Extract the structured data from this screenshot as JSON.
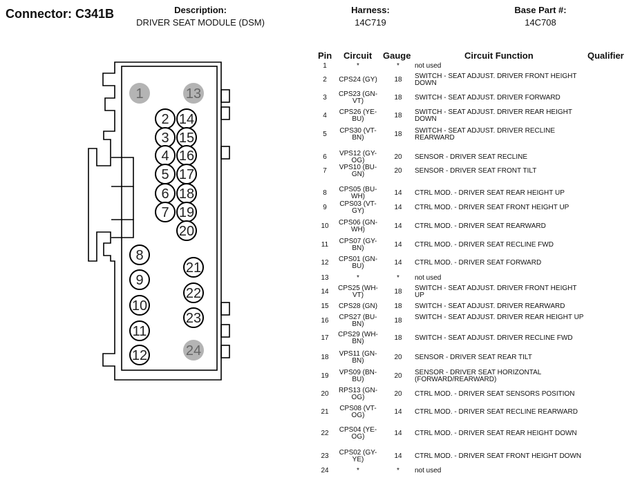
{
  "header": {
    "connector": "Connector: C341B",
    "description_label": "Description:",
    "description": "DRIVER SEAT MODULE (DSM)",
    "harness_label": "Harness:",
    "harness": "14C719",
    "base_label": "Base Part #:",
    "base": "14C708"
  },
  "columns": {
    "pin": "Pin",
    "circuit": "Circuit",
    "gauge": "Gauge",
    "function": "Circuit Function",
    "qualifier": "Qualifier"
  },
  "connector_pins": [
    "1",
    "2",
    "3",
    "4",
    "5",
    "6",
    "7",
    "8",
    "9",
    "10",
    "11",
    "12",
    "13",
    "14",
    "15",
    "16",
    "17",
    "18",
    "19",
    "20",
    "21",
    "22",
    "23",
    "24"
  ],
  "rows": [
    {
      "pin": "1",
      "circuit": "*",
      "gauge": "*",
      "function": "not used"
    },
    {
      "pin": "2",
      "circuit": "CPS24 (GY)",
      "gauge": "18",
      "function": "SWITCH - SEAT ADJUST. DRIVER FRONT HEIGHT DOWN"
    },
    {
      "pin": "3",
      "circuit": "CPS23 (GN-VT)",
      "gauge": "18",
      "function": "SWITCH - SEAT ADJUST. DRIVER FORWARD"
    },
    {
      "pin": "4",
      "circuit": "CPS26 (YE-BU)",
      "gauge": "18",
      "function": "SWITCH - SEAT ADJUST. DRIVER REAR HEIGHT DOWN"
    },
    {
      "pin": "5",
      "circuit": "CPS30 (VT-BN)",
      "gauge": "18",
      "function": "SWITCH - SEAT ADJUST. DRIVER RECLINE REARWARD"
    },
    {
      "pin": "6",
      "circuit": "VPS12 (GY-OG)",
      "gauge": "20",
      "function": "SENSOR - DRIVER SEAT RECLINE"
    },
    {
      "pin": "7",
      "circuit": "VPS10 (BU-GN)",
      "gauge": "20",
      "function": "SENSOR - DRIVER SEAT FRONT TILT"
    },
    {
      "pin": "8",
      "circuit": "CPS05 (BU-WH)",
      "gauge": "14",
      "function": "CTRL MOD. - DRIVER SEAT REAR HEIGHT UP"
    },
    {
      "pin": "9",
      "circuit": "CPS03 (VT-GY)",
      "gauge": "14",
      "function": "CTRL MOD. - DRIVER SEAT FRONT HEIGHT UP"
    },
    {
      "pin": "10",
      "circuit": "CPS06 (GN-WH)",
      "gauge": "14",
      "function": "CTRL MOD. - DRIVER SEAT REARWARD"
    },
    {
      "pin": "11",
      "circuit": "CPS07 (GY-BN)",
      "gauge": "14",
      "function": "CTRL MOD. - DRIVER SEAT RECLINE FWD"
    },
    {
      "pin": "12",
      "circuit": "CPS01 (GN-BU)",
      "gauge": "14",
      "function": "CTRL MOD. - DRIVER SEAT FORWARD"
    },
    {
      "pin": "13",
      "circuit": "*",
      "gauge": "*",
      "function": "not used"
    },
    {
      "pin": "14",
      "circuit": "CPS25 (WH-VT)",
      "gauge": "18",
      "function": "SWITCH - SEAT ADJUST. DRIVER FRONT HEIGHT UP"
    },
    {
      "pin": "15",
      "circuit": "CPS28 (GN)",
      "gauge": "18",
      "function": "SWITCH - SEAT ADJUST. DRIVER REARWARD"
    },
    {
      "pin": "16",
      "circuit": "CPS27 (BU-BN)",
      "gauge": "18",
      "function": "SWITCH - SEAT ADJUST. DRIVER REAR HEIGHT UP"
    },
    {
      "pin": "17",
      "circuit": "CPS29 (WH-BN)",
      "gauge": "18",
      "function": "SWITCH - SEAT ADJUST. DRIVER RECLINE FWD"
    },
    {
      "pin": "18",
      "circuit": "VPS11 (GN-BN)",
      "gauge": "20",
      "function": "SENSOR - DRIVER SEAT REAR TILT"
    },
    {
      "pin": "19",
      "circuit": "VPS09 (BN-BU)",
      "gauge": "20",
      "function": "SENSOR - DRIVER SEAT HORIZONTAL (FORWARD/REARWARD)"
    },
    {
      "pin": "20",
      "circuit": "RPS13 (GN-OG)",
      "gauge": "20",
      "function": "CTRL MOD. - DRIVER SEAT SENSORS POSITION"
    },
    {
      "pin": "21",
      "circuit": "CPS08 (VT-OG)",
      "gauge": "14",
      "function": "CTRL MOD. - DRIVER SEAT RECLINE REARWARD"
    },
    {
      "pin": "22",
      "circuit": "CPS04 (YE-OG)",
      "gauge": "14",
      "function": "CTRL MOD. - DRIVER SEAT REAR HEIGHT DOWN"
    },
    {
      "pin": "23",
      "circuit": "CPS02 (GY-YE)",
      "gauge": "14",
      "function": "CTRL MOD. - DRIVER SEAT FRONT HEIGHT DOWN"
    },
    {
      "pin": "24",
      "circuit": "*",
      "gauge": "*",
      "function": "not used"
    }
  ]
}
